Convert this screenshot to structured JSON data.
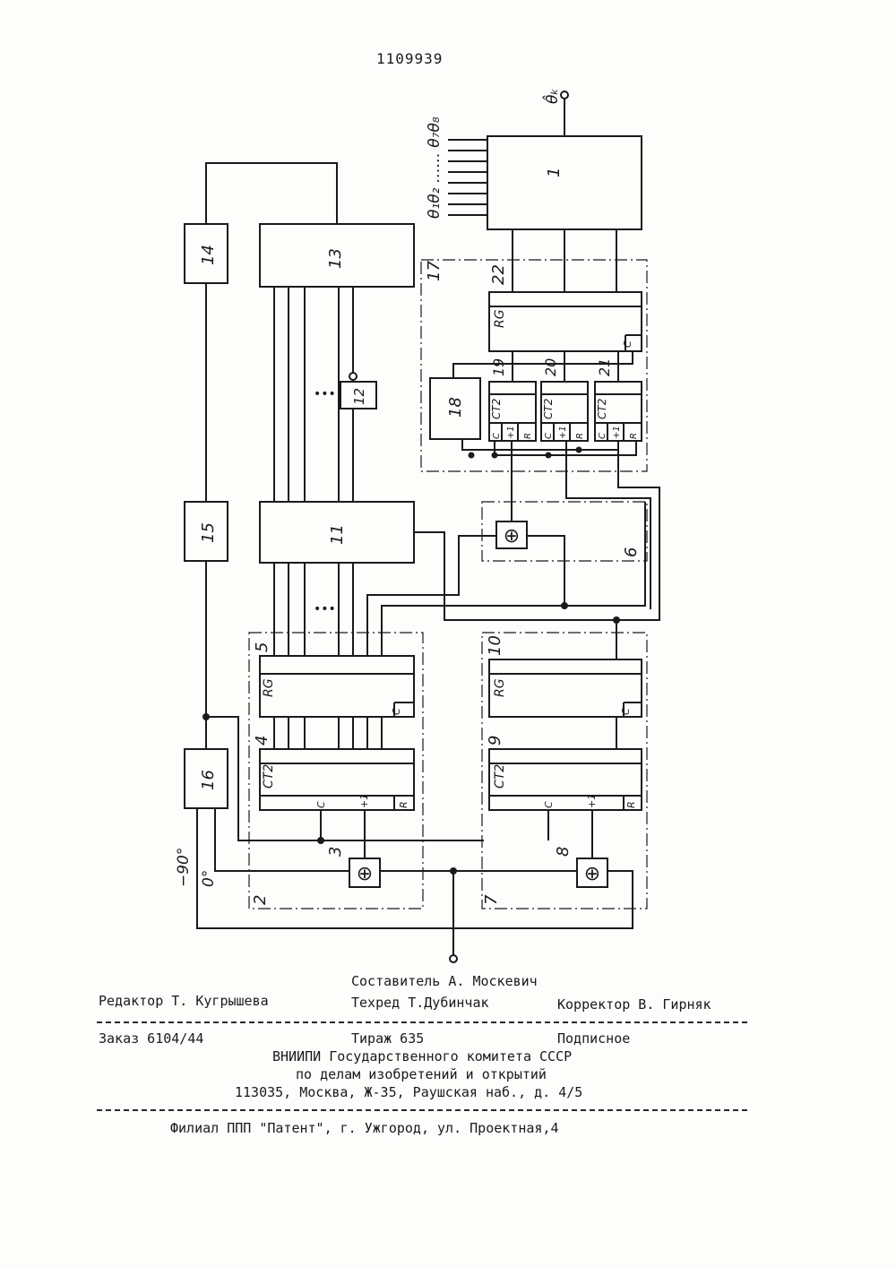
{
  "patent_number": "1109939",
  "diagram": {
    "block_labels": {
      "b1": "1",
      "b2": "2",
      "b3": "3",
      "b4": "4",
      "b5": "5",
      "b6": "6",
      "b7": "7",
      "b8": "8",
      "b9": "9",
      "b10": "10",
      "b11": "11",
      "b12": "12",
      "b13": "13",
      "b14": "14",
      "b15": "15",
      "b16": "16",
      "b17": "17",
      "b18": "18",
      "b19": "19",
      "b20": "20",
      "b21": "21",
      "b22": "22"
    },
    "register_label": "RG",
    "counter_label": "CT2",
    "pin_c": "C",
    "pin_r": "R",
    "pin_plus1": "+1",
    "xor_symbol": "⊕",
    "inputs_label": "θ₁θ₂ …… θ₇θ₈",
    "output_label": "θ̂ₖ",
    "phase_0": "0°",
    "phase_minus90": "−90°",
    "dots": "•••"
  },
  "imprint": {
    "compiler": "Составитель А. Москевич",
    "editor": "Редактор Т. Кугрышева",
    "techred": "Техред Т.Дубинчак",
    "corrector": "Корректор В. Гирняк",
    "order": "Заказ 6104/44",
    "circulation": "Тираж 635",
    "subscription": "Подписное",
    "org1": "ВНИИПИ Государственного комитета СССР",
    "org2": "по делам изобретений и открытий",
    "address": "113035, Москва, Ж-35, Раушская наб., д. 4/5",
    "branch": "Филиал ППП \"Патент\", г. Ужгород, ул. Проектная,4"
  }
}
